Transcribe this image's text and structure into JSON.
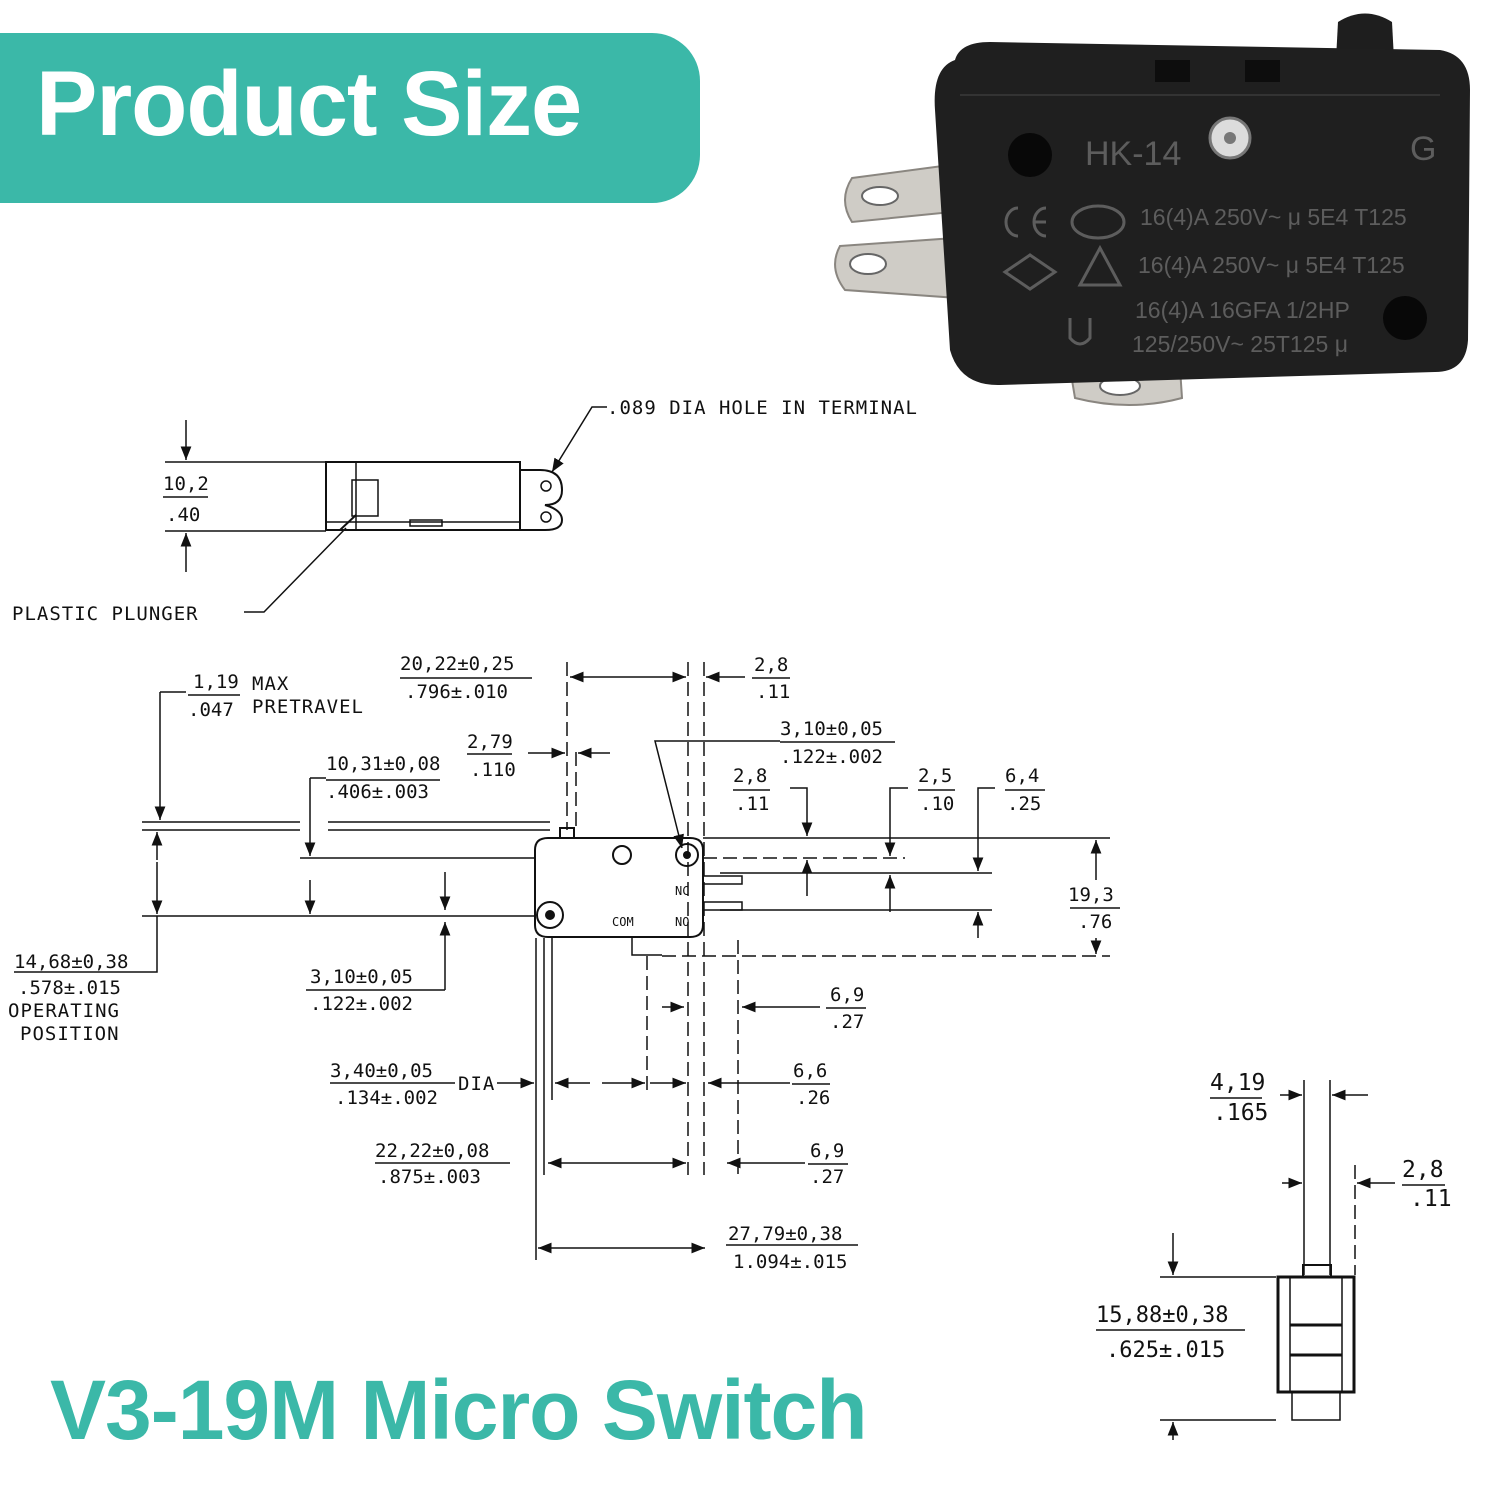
{
  "header": {
    "title": "Product Size"
  },
  "footer": {
    "title": "V3-19M Micro Switch"
  },
  "colors": {
    "accent": "#3bb8a8",
    "ink": "#111111",
    "switch_body": "#1c1c1c",
    "terminal": "#c9c6c0"
  },
  "photo": {
    "model_mark": "HK-14",
    "corner_mark": "G",
    "rating_1": "16(4)A 250V~ μ 5E4 T125",
    "rating_2": "16(4)A 250V~ μ 5E4 T125",
    "rating_3": "16(4)A 16GFA 1/2HP",
    "rating_4": "125/250V~ 25T125 μ"
  },
  "top_view": {
    "terminal_hole": ".089 DIA HOLE IN TERMINAL",
    "plunger": "PLASTIC PLUNGER",
    "thickness_mm": "10,2",
    "thickness_in": ".40"
  },
  "side_view": {
    "pretravel_mm": "1,19",
    "pretravel_in": ".047",
    "pretravel_label_1": "MAX",
    "pretravel_label_2": "PRETRAVEL",
    "plunger_pos_mm": "20,22±0,25",
    "plunger_pos_in": ".796±.010",
    "term_width_top_mm": "2,8",
    "term_width_top_in": ".11",
    "plunger_width_mm": "2,79",
    "plunger_width_in": ".110",
    "hole_pos_mm": "3,10±0,05",
    "hole_pos_in": ".122±.002",
    "free_pos_mm": "10,31±0,08",
    "free_pos_in": ".406±.003",
    "nc_width_mm": "2,8",
    "nc_width_in": ".11",
    "no_offset_mm": "2,5",
    "no_offset_in": ".10",
    "term_spacing_mm": "6,4",
    "term_spacing_in": ".25",
    "overall_height_mm": "19,3",
    "overall_height_in": ".76",
    "operating_mm": "14,68±0,38",
    "operating_in": ".578±.015",
    "operating_label_1": "OPERATING",
    "operating_label_2": "POSITION",
    "lower_hole_mm": "3,10±0,05",
    "lower_hole_in": ".122±.002",
    "com_term_mm": "6,9",
    "com_term_in": ".27",
    "hole_dia_mm": "3,40±0,05",
    "hole_dia_in": ".134±.002",
    "hole_dia_label": "DIA",
    "nc_term_mm": "6,6",
    "nc_term_in": ".26",
    "hole_spacing_mm": "22,22±0,08",
    "hole_spacing_in": ".875±.003",
    "no_term_mm": "6,9",
    "no_term_in": ".27",
    "overall_length_mm": "27,79±0,38",
    "overall_length_in": "1.094±.015",
    "label_nc": "NC",
    "label_no": "NO",
    "label_com": "COM"
  },
  "end_view": {
    "width_mm": "4,19",
    "width_in": ".165",
    "term_mm": "2,8",
    "term_in": ".11",
    "height_mm": "15,88±0,38",
    "height_in": ".625±.015"
  }
}
